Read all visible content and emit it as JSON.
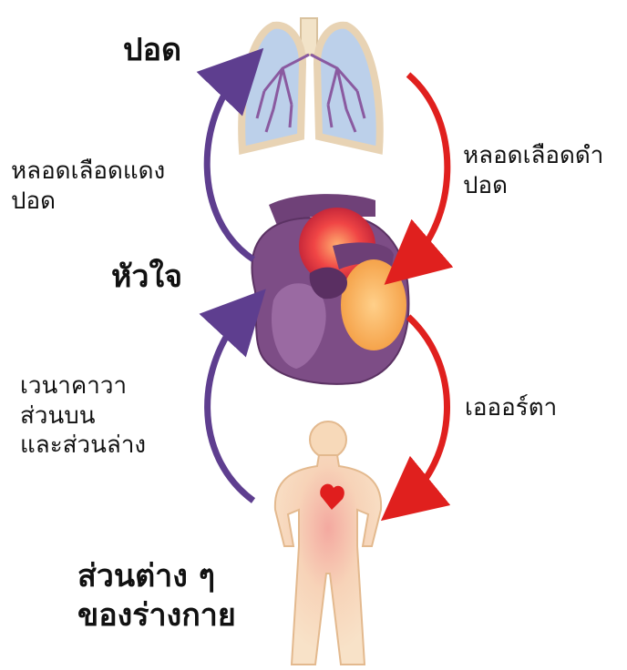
{
  "labels": {
    "lungs": "ปอด",
    "heart": "หัวใจ",
    "body": "ส่วนต่าง ๆ\nของร่างกาย",
    "pulmonary_artery": "หลอดเลือดแดง\nปอด",
    "pulmonary_vein": "หลอดเลือดดำ\nปอด",
    "vena_cava": "เวนาคาวา\nส่วนบน\nและส่วนล่าง",
    "aorta": "เอออร์ตา"
  },
  "colors": {
    "oxygen_poor_arrow": "#5e3e8f",
    "oxygen_rich_arrow": "#e0201e",
    "lung_fill": "#b9cde6",
    "lung_outline": "#e8d3b4",
    "heart_purple": "#7a4b82",
    "heart_orange": "#f0a040",
    "body_skin": "#f7d9b9",
    "body_heart": "#e01e1e"
  },
  "icons": [
    "lungs-icon",
    "heart-icon",
    "human-body-icon"
  ]
}
